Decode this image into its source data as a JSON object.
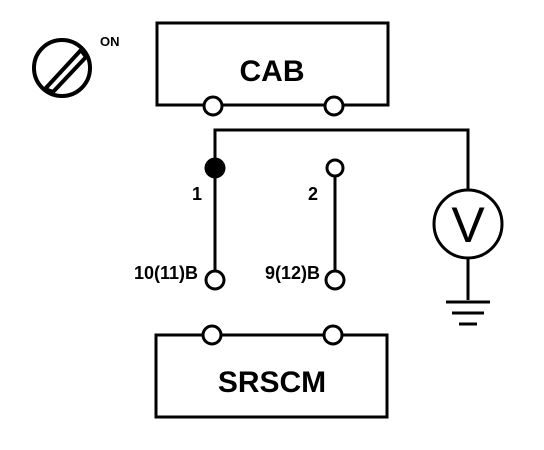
{
  "ignition": {
    "icon": "ignition-key-icon",
    "state_label": "ON"
  },
  "cab": {
    "label": "CAB"
  },
  "srscm": {
    "label": "SRSCM"
  },
  "voltmeter": {
    "label": "V",
    "icon": "voltmeter-icon"
  },
  "ground": {
    "icon": "ground-icon"
  },
  "harness": {
    "pin_top_left": "1",
    "pin_top_right": "2",
    "pin_bottom_left": "10(11)B",
    "pin_bottom_right": "9(12)B"
  }
}
